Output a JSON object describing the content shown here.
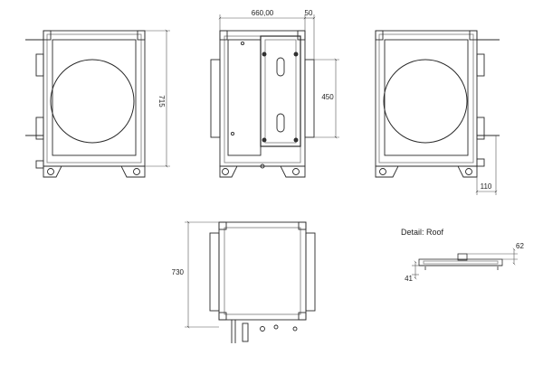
{
  "dimensions": {
    "width_top": "660,00",
    "offset_top": "50",
    "height_front": "715",
    "duct_height": "450",
    "foot_offset": "110",
    "height_top": "730",
    "roof_width": "62",
    "roof_height": "41"
  },
  "detail": {
    "title": "Detail: Roof"
  },
  "colors": {
    "line": "#2a2a2a",
    "panel": "#9a9a9a",
    "background": "#ffffff"
  }
}
